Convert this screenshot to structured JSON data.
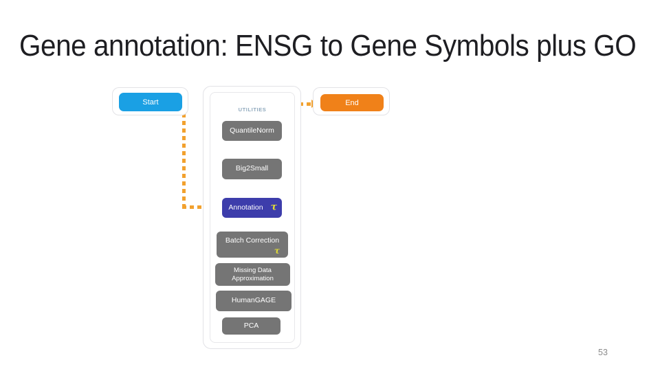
{
  "slide": {
    "title": "Gene annotation: ENSG to Gene Symbols plus GO",
    "page_number": "53"
  },
  "workflow": {
    "start_label": "Start",
    "end_label": "End",
    "utilities": {
      "label": "UTILITIES",
      "items": [
        {
          "label": "QuantileNorm"
        },
        {
          "label": "Big2Small"
        },
        {
          "label": "Annotation",
          "tau": "τ",
          "selected": true
        },
        {
          "label": "Batch Correction",
          "tau": "τ"
        },
        {
          "label": "Missing Data Approximation"
        },
        {
          "label": "HumanGAGE"
        },
        {
          "label": "PCA"
        }
      ]
    },
    "connectors": [
      {
        "from": "Start",
        "to": "Annotation"
      },
      {
        "from": "Annotation",
        "to": "End"
      }
    ],
    "colors": {
      "start": "#1aa0e4",
      "end": "#f08119",
      "utility_default": "#757575",
      "utility_selected": "#3d3dab",
      "arrow": "#f2a12e",
      "tau": "#e3de35",
      "panel_label": "#8fa9bd",
      "title_text": "#1e1e22"
    }
  }
}
